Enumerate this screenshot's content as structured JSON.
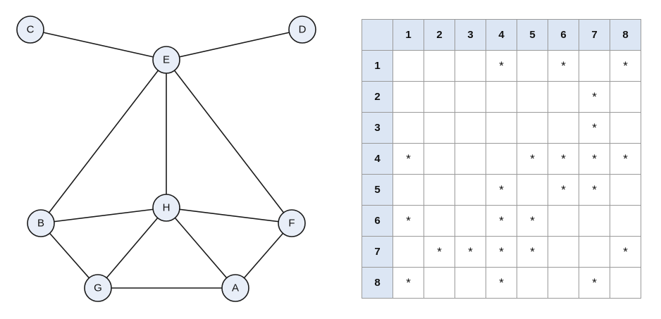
{
  "graph": {
    "nodes": [
      "C",
      "D",
      "E",
      "B",
      "H",
      "F",
      "G",
      "A"
    ],
    "edges": [
      [
        "C",
        "E"
      ],
      [
        "D",
        "E"
      ],
      [
        "E",
        "B"
      ],
      [
        "E",
        "H"
      ],
      [
        "E",
        "F"
      ],
      [
        "B",
        "H"
      ],
      [
        "H",
        "F"
      ],
      [
        "B",
        "G"
      ],
      [
        "G",
        "H"
      ],
      [
        "H",
        "A"
      ],
      [
        "G",
        "A"
      ],
      [
        "A",
        "F"
      ]
    ]
  },
  "matrix": {
    "corner": "",
    "col_headers": [
      "1",
      "2",
      "3",
      "4",
      "5",
      "6",
      "7",
      "8"
    ],
    "row_headers": [
      "1",
      "2",
      "3",
      "4",
      "5",
      "6",
      "7",
      "8"
    ],
    "cells": [
      [
        "",
        "",
        "",
        "*",
        "",
        "*",
        "",
        "*"
      ],
      [
        "",
        "",
        "",
        "",
        "",
        "",
        "*",
        ""
      ],
      [
        "",
        "",
        "",
        "",
        "",
        "",
        "*",
        ""
      ],
      [
        "*",
        "",
        "",
        "",
        "*",
        "*",
        "*",
        "*"
      ],
      [
        "",
        "",
        "",
        "*",
        "",
        "*",
        "*",
        ""
      ],
      [
        "*",
        "",
        "",
        "*",
        "*",
        "",
        "",
        ""
      ],
      [
        "",
        "*",
        "*",
        "*",
        "*",
        "",
        "",
        "*"
      ],
      [
        "*",
        "",
        "",
        "*",
        "",
        "",
        "*",
        ""
      ]
    ]
  }
}
